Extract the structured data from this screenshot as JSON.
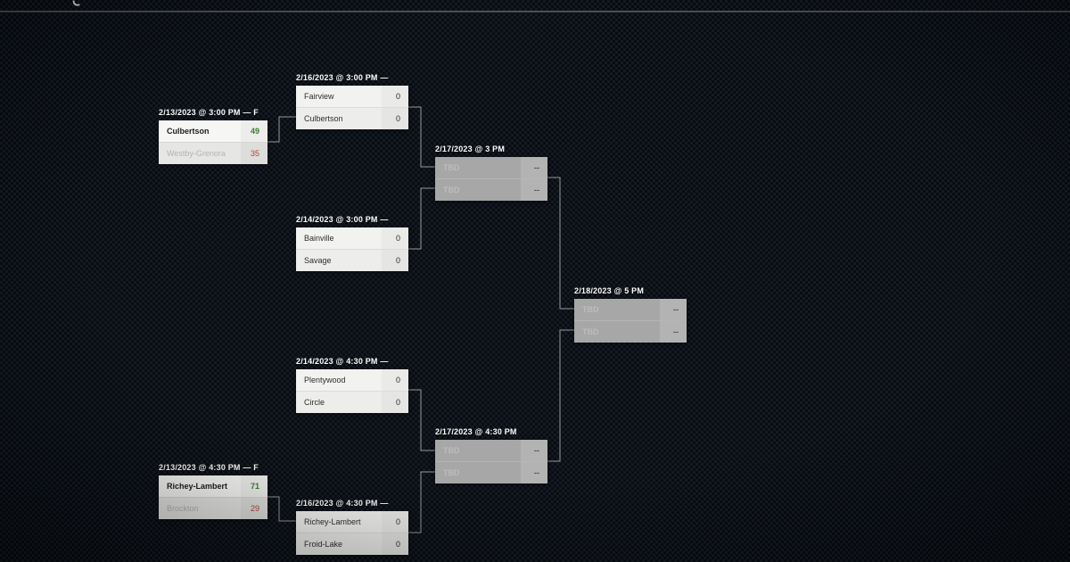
{
  "page": {
    "background_dark": "#0a0d12",
    "background_check": "#141a24",
    "top_divider_color": "#55585c",
    "connector_color": "#96989a"
  },
  "bracket": {
    "matches": [
      {
        "label": "2/13/2023 @ 3:00 PM — F",
        "state": "final",
        "teams": [
          {
            "name": "Culbertson",
            "score": "49",
            "result": "winner"
          },
          {
            "name": "Westby-Grenora",
            "score": "35",
            "result": "loser"
          }
        ]
      },
      {
        "label": "2/16/2023 @ 3:00 PM —",
        "state": "upcoming",
        "teams": [
          {
            "name": "Fairview",
            "score": "0"
          },
          {
            "name": "Culbertson",
            "score": "0"
          }
        ]
      },
      {
        "label": "2/14/2023 @ 3:00 PM —",
        "state": "upcoming",
        "teams": [
          {
            "name": "Bainville",
            "score": "0"
          },
          {
            "name": "Savage",
            "score": "0"
          }
        ]
      },
      {
        "label": "2/17/2023 @ 3 PM",
        "state": "tbd",
        "teams": [
          {
            "name": "TBD",
            "score": "--"
          },
          {
            "name": "TBD",
            "score": "--"
          }
        ]
      },
      {
        "label": "2/14/2023 @ 4:30 PM —",
        "state": "upcoming",
        "teams": [
          {
            "name": "Plentywood",
            "score": "0"
          },
          {
            "name": "Circle",
            "score": "0"
          }
        ]
      },
      {
        "label": "2/13/2023 @ 4:30 PM — F",
        "state": "final",
        "teams": [
          {
            "name": "Richey-Lambert",
            "score": "71",
            "result": "winner"
          },
          {
            "name": "Brockton",
            "score": "29",
            "result": "loser"
          }
        ]
      },
      {
        "label": "2/16/2023 @ 4:30 PM —",
        "state": "upcoming",
        "teams": [
          {
            "name": "Richey-Lambert",
            "score": "0"
          },
          {
            "name": "Froid-Lake",
            "score": "0"
          }
        ]
      },
      {
        "label": "2/17/2023 @ 4:30 PM",
        "state": "tbd",
        "teams": [
          {
            "name": "TBD",
            "score": "--"
          },
          {
            "name": "TBD",
            "score": "--"
          }
        ]
      },
      {
        "label": "2/18/2023 @ 5 PM",
        "state": "tbd",
        "teams": [
          {
            "name": "TBD",
            "score": "--"
          },
          {
            "name": "TBD",
            "score": "--"
          }
        ]
      }
    ]
  }
}
